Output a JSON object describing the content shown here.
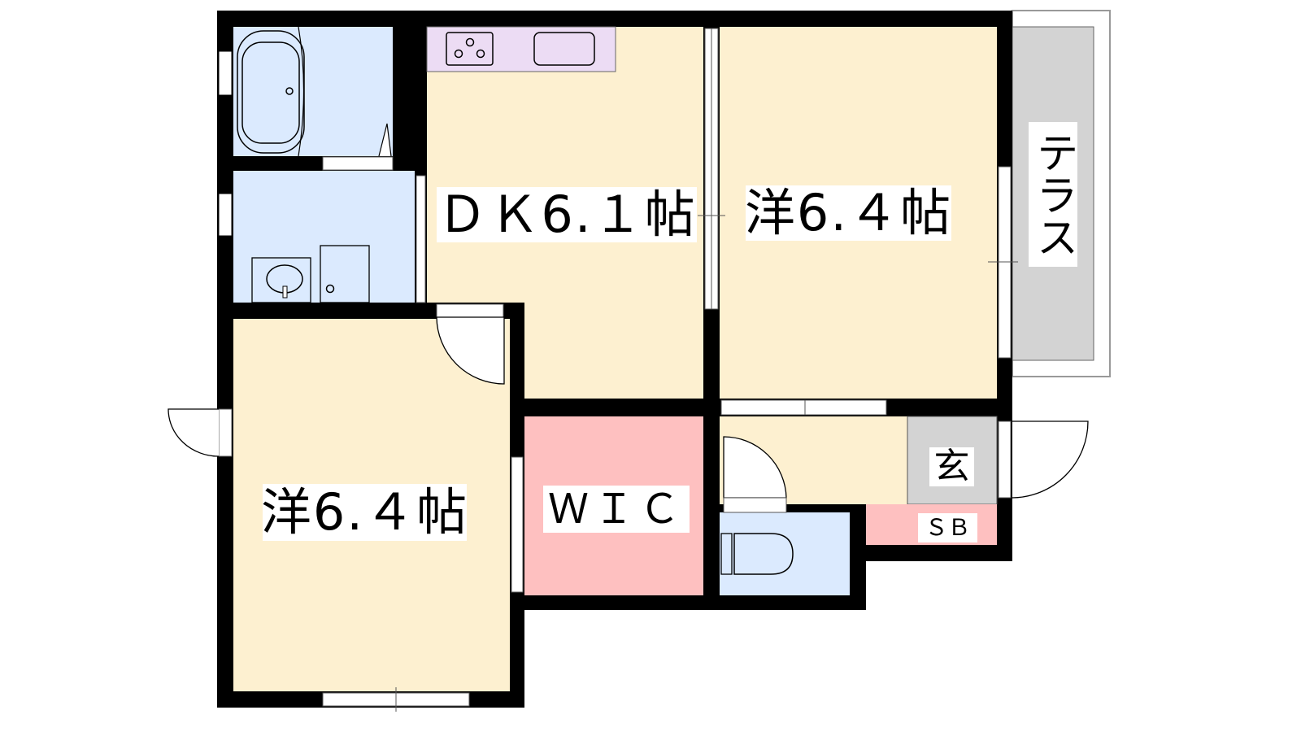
{
  "rooms": {
    "dk": {
      "label": "ＤＫ6.１帖"
    },
    "western_right": {
      "label": "洋6.４帖"
    },
    "western_left": {
      "label": "洋6.４帖"
    },
    "wic": {
      "label": "ＷＩＣ"
    },
    "entrance": {
      "label": "玄"
    },
    "shoebox": {
      "label": "ＳＢ"
    },
    "terrace": {
      "label": "テラス"
    }
  },
  "colors": {
    "wall": "#000000",
    "floor_living": "#fdf0d0",
    "floor_wet": "#dbeafe",
    "floor_storage": "#fec0c0",
    "floor_entrance": "#d3d3d3",
    "kitchen_counter": "#ecdcf4"
  }
}
